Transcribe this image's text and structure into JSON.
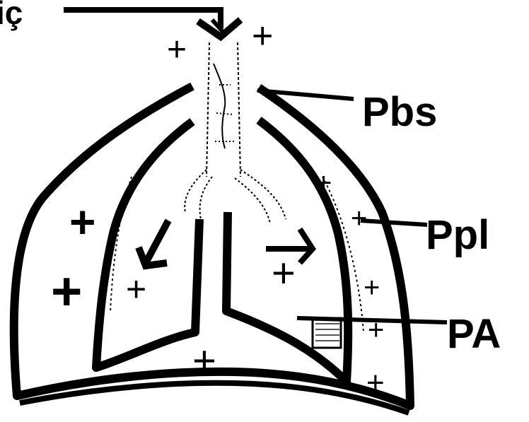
{
  "labels": {
    "top_left": "iç",
    "pbs": "Pbs",
    "ppl": "Ppl",
    "pa": "PA"
  },
  "symbols": {
    "plus": "+"
  },
  "colors": {
    "ink": "#000000",
    "background": "#ffffff",
    "shading": "#555555"
  }
}
